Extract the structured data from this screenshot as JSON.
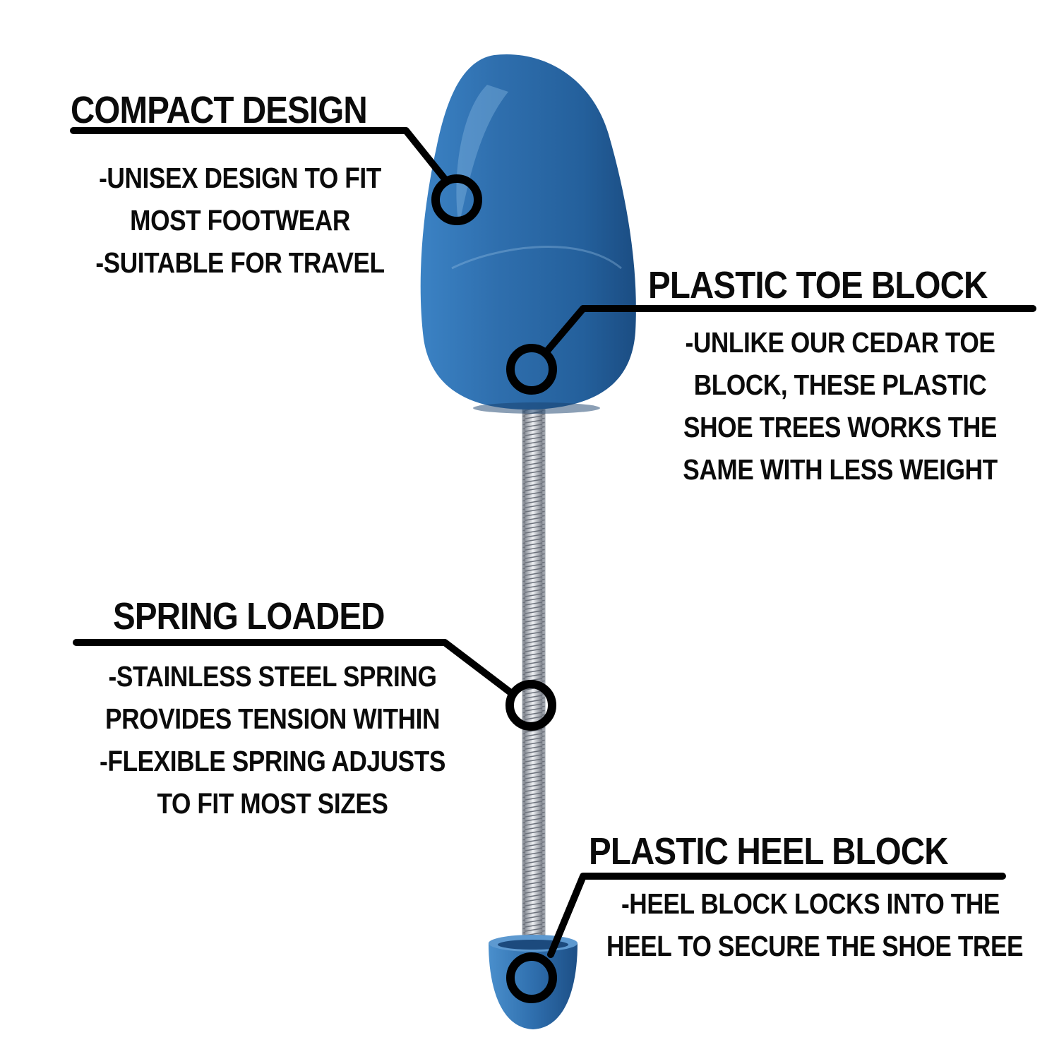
{
  "product": {
    "colors": {
      "toe_block": "#2f6fae",
      "toe_block_light": "#6fa6d6",
      "toe_block_dark": "#1d4f86",
      "spring": "#c9ccd3",
      "callout_ink": "#0b0b0b"
    }
  },
  "callouts": {
    "compact": {
      "heading": "COMPACT DESIGN",
      "lines": [
        "-UNISEX DESIGN TO FIT",
        "MOST FOOTWEAR",
        "-SUITABLE FOR TRAVEL"
      ]
    },
    "toe": {
      "heading": "PLASTIC TOE BLOCK",
      "lines": [
        "-UNLIKE OUR CEDAR TOE",
        "BLOCK, THESE PLASTIC",
        "SHOE TREES WORKS THE",
        "SAME WITH LESS WEIGHT"
      ]
    },
    "spring": {
      "heading": "SPRING LOADED",
      "lines": [
        "-STAINLESS STEEL SPRING",
        "PROVIDES TENSION WITHIN",
        "-FLEXIBLE SPRING ADJUSTS",
        "TO FIT MOST SIZES"
      ]
    },
    "heel": {
      "heading": "PLASTIC HEEL BLOCK",
      "lines": [
        "-HEEL BLOCK LOCKS INTO THE",
        "HEEL TO SECURE THE SHOE TREE"
      ]
    }
  }
}
